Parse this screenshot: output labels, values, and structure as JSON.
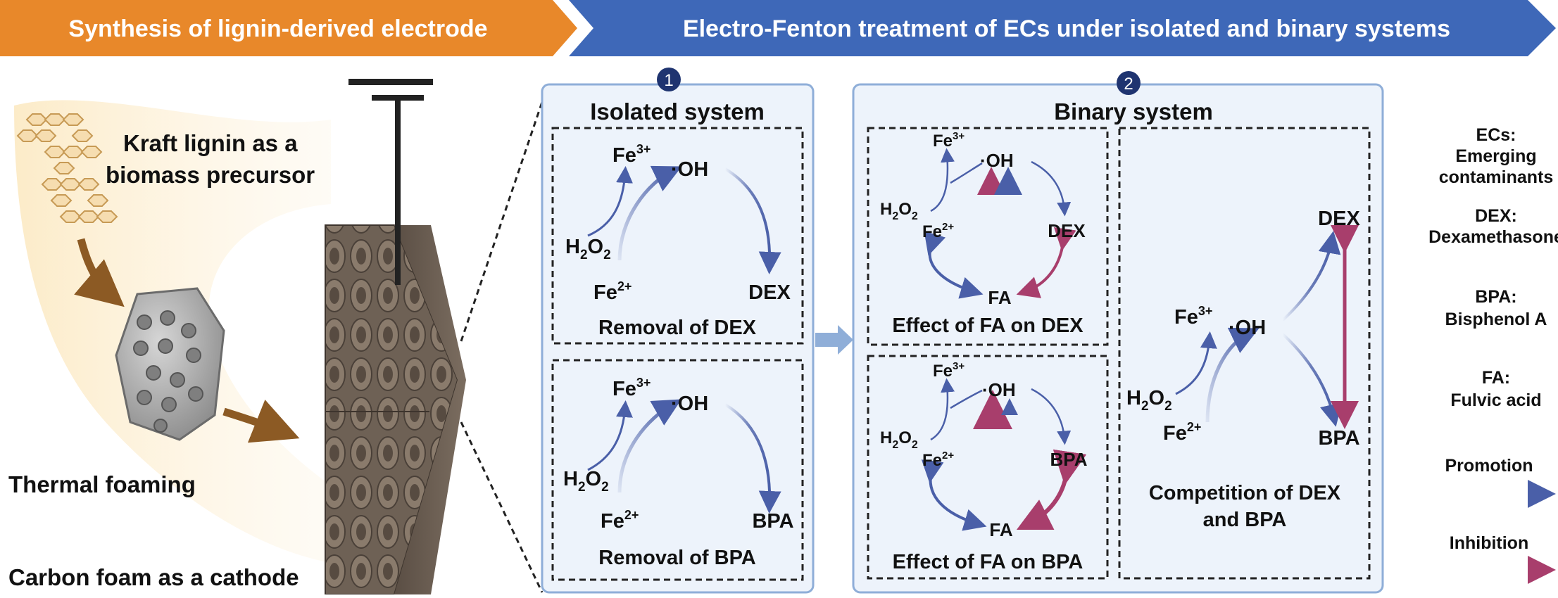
{
  "banners": {
    "left": "Synthesis of lignin-derived electrode",
    "right": "Electro-Fenton treatment of ECs under isolated and binary systems"
  },
  "left_panel": {
    "lignin_line1": "Kraft lignin as a",
    "lignin_line2": "biomass precursor",
    "foaming": "Thermal foaming",
    "cathode": "Carbon foam as a cathode"
  },
  "isolated": {
    "number": "1",
    "title": "Isolated system",
    "dex_box": {
      "fe3": "Fe",
      "fe3_sup": "3+",
      "oh": "·OH",
      "h2o2": "H",
      "h2o2_sub1": "2",
      "h2o2_o": "O",
      "h2o2_sub2": "2",
      "fe2": "Fe",
      "fe2_sup": "2+",
      "target": "DEX",
      "caption": "Removal of DEX"
    },
    "bpa_box": {
      "fe3": "Fe",
      "fe3_sup": "3+",
      "oh": "·OH",
      "h2o2": "H",
      "h2o2_sub1": "2",
      "h2o2_o": "O",
      "h2o2_sub2": "2",
      "fe2": "Fe",
      "fe2_sup": "2+",
      "target": "BPA",
      "caption": "Removal of BPA"
    }
  },
  "binary": {
    "number": "2",
    "title": "Binary system",
    "fa_dex": {
      "fe3": "Fe",
      "fe3_sup": "3+",
      "oh": "·OH",
      "h2o2": "H",
      "h2o2_sub1": "2",
      "h2o2_o": "O",
      "h2o2_sub2": "2",
      "fe2": "Fe",
      "fe2_sup": "2+",
      "target": "DEX",
      "fa": "FA",
      "caption": "Effect of FA on DEX"
    },
    "fa_bpa": {
      "fe3": "Fe",
      "fe3_sup": "3+",
      "oh": "·OH",
      "h2o2": "H",
      "h2o2_sub1": "2",
      "h2o2_o": "O",
      "h2o2_sub2": "2",
      "fe2": "Fe",
      "fe2_sup": "2+",
      "target": "BPA",
      "fa": "FA",
      "caption": "Effect of FA on BPA"
    },
    "competition": {
      "fe3": "Fe",
      "fe3_sup": "3+",
      "oh": "·OH",
      "h2o2": "H",
      "h2o2_sub1": "2",
      "h2o2_o": "O",
      "h2o2_sub2": "2",
      "fe2": "Fe",
      "fe2_sup": "2+",
      "dex": "DEX",
      "bpa": "BPA",
      "caption_line1": "Competition of DEX",
      "caption_line2": "and BPA"
    }
  },
  "legend": {
    "ecs_title": "ECs:",
    "ecs_line1": "Emerging",
    "ecs_line2": "contaminants",
    "dex_title": "DEX:",
    "dex_name": "Dexamethasone",
    "bpa_title": "BPA:",
    "bpa_name": "Bisphenol A",
    "fa_title": "FA:",
    "fa_name": "Fulvic acid",
    "promotion": "Promotion",
    "inhibition": "Inhibition"
  },
  "colors": {
    "orange": "#E8882A",
    "blue_banner": "#3E68B8",
    "promotion": "#4A5FA8",
    "inhibition": "#A83E6C",
    "panel_bg": "#EDF3FB",
    "panel_border": "#8FAED8",
    "badge": "#1F3470"
  }
}
